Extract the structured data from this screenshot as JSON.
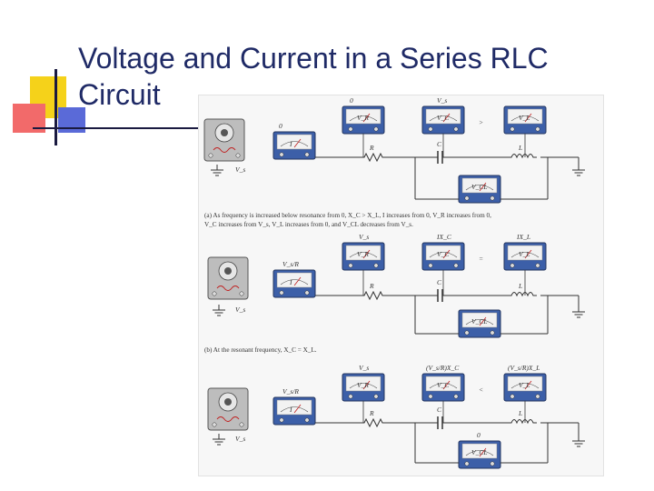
{
  "slide": {
    "title_line1": "Voltage and Current in a Series RLC",
    "title_line2": "Circuit"
  },
  "figure": {
    "caption_a_line1": "(a) As frequency is increased below resonance from 0, X_C > X_L, I increases from 0, V_R increases from 0,",
    "caption_a_line2": "V_C increases from V_s, V_L increases from 0, and V_CL decreases from V_s.",
    "caption_b": "(b) At the resonant frequency, X_C = X_L.",
    "panel_a": {
      "meter_top_labels": [
        "0",
        "V_s",
        ">"
      ],
      "meters": [
        "V_R",
        "V_C",
        "V_L",
        "I",
        "V_CL"
      ],
      "components": [
        "R",
        "C",
        "L"
      ],
      "source_label": "V_s",
      "current_label": "0"
    },
    "panel_b": {
      "meter_top_labels": [
        "V_s",
        "IX_C",
        "=",
        "IX_L"
      ],
      "meters": [
        "V_R",
        "V_C",
        "V_L",
        "I",
        "V_CL"
      ],
      "components": [
        "R",
        "C",
        "L"
      ],
      "source_label": "V_s",
      "current_label": "V_s/R"
    },
    "panel_c": {
      "meter_top_labels": [
        "V_s",
        "(V_s/R)X_C",
        "<",
        "(V_s/R)X_L"
      ],
      "meters": [
        "V_R",
        "V_C",
        "V_L",
        "I",
        "V_CL"
      ],
      "components": [
        "R",
        "C",
        "L"
      ],
      "source_label": "V_s",
      "current_label": "V_s/R",
      "vcl_label": "0"
    }
  },
  "colors": {
    "title": "#1f2a66",
    "accent_yellow": "#f5d21a",
    "accent_red": "#e8323c",
    "accent_blue": "#3b4bd1",
    "meter_blue": "#3c5fa8"
  }
}
